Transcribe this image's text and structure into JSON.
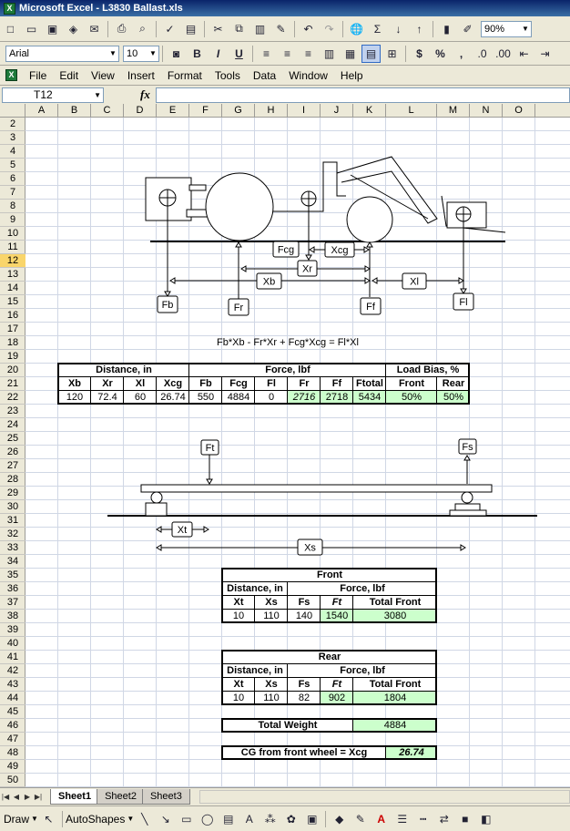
{
  "window": {
    "title": "Microsoft Excel - L3830 Ballast.xls",
    "icon": "excel-icon"
  },
  "toolbar": {
    "zoom": "90%"
  },
  "format_toolbar": {
    "font": "Arial",
    "size": "10"
  },
  "menu": [
    "File",
    "Edit",
    "View",
    "Insert",
    "Format",
    "Tools",
    "Data",
    "Window",
    "Help"
  ],
  "namebox": "T12",
  "fx_label": "fx",
  "columns": [
    "A",
    "B",
    "C",
    "D",
    "E",
    "F",
    "G",
    "H",
    "I",
    "J",
    "K",
    "L",
    "M",
    "N",
    "O"
  ],
  "rows": [
    2,
    3,
    4,
    5,
    6,
    7,
    8,
    9,
    10,
    11,
    12,
    13,
    14,
    15,
    16,
    17,
    18,
    19,
    20,
    21,
    22,
    23,
    24,
    25,
    26,
    27,
    28,
    29,
    30,
    31,
    32,
    33,
    34,
    35,
    36,
    37,
    38,
    39,
    40,
    41,
    42,
    43,
    44,
    45,
    46,
    47,
    48,
    49,
    50
  ],
  "selected_row": 12,
  "diagram1": {
    "labels": {
      "fb": "Fb",
      "fr": "Fr",
      "fcg": "Fcg",
      "xcg": "Xcg",
      "xr": "Xr",
      "xb": "Xb",
      "xl": "Xl",
      "ff": "Ff",
      "fl": "Fl"
    }
  },
  "equation": "Fb*Xb - Fr*Xr + Fcg*Xcg = Fl*Xl",
  "main_table": {
    "group_headers": [
      "Distance, in",
      "Force, lbf",
      "Load Bias, %"
    ],
    "headers": [
      "Xb",
      "Xr",
      "Xl",
      "Xcg",
      "Fb",
      "Fcg",
      "Fl",
      "Fr",
      "Ff",
      "Ftotal",
      "Front",
      "Rear"
    ],
    "values": [
      "120",
      "72.4",
      "60",
      "26.74",
      "550",
      "4884",
      "0",
      "2716",
      "2718",
      "5434",
      "50%",
      "50%"
    ]
  },
  "diagram2": {
    "labels": {
      "ft": "Ft",
      "fs": "Fs",
      "xt": "Xt",
      "xs": "Xs"
    }
  },
  "front_table": {
    "title": "Front",
    "group_headers": [
      "Distance, in",
      "Force, lbf"
    ],
    "headers": [
      "Xt",
      "Xs",
      "Fs",
      "Ft",
      "Total Front"
    ],
    "values": [
      "10",
      "110",
      "140",
      "1540",
      "3080"
    ]
  },
  "rear_table": {
    "title": "Rear",
    "group_headers": [
      "Distance, in",
      "Force, lbf"
    ],
    "headers": [
      "Xt",
      "Xs",
      "Fs",
      "Ft",
      "Total Front"
    ],
    "values": [
      "10",
      "110",
      "82",
      "902",
      "1804"
    ]
  },
  "total_weight": {
    "label": "Total Weight",
    "value": "4884"
  },
  "cg": {
    "label": "CG from front wheel = Xcg",
    "value": "26.74"
  },
  "tabs": [
    "Sheet1",
    "Sheet2",
    "Sheet3"
  ],
  "drawbar": {
    "draw": "Draw",
    "autoshapes": "AutoShapes"
  }
}
